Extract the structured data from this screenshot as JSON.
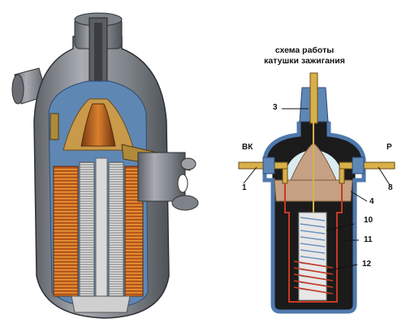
{
  "title_line1": "схема работы",
  "title_line2": "катушки зажигания",
  "labels": {
    "vk": "ВК",
    "p": "Р",
    "n1": "1",
    "n3": "3",
    "n4": "4",
    "n8": "8",
    "n10": "10",
    "n11": "11",
    "n12": "12"
  },
  "colors": {
    "housing_steel": "#8c9096",
    "housing_blue": "#5f87b4",
    "inner_fill": "#d9ecf2",
    "copper_red": "#c83a22",
    "brass": "#d8b04a",
    "insulator_tan": "#c6a184",
    "dark_fill": "#1c1c1c"
  }
}
